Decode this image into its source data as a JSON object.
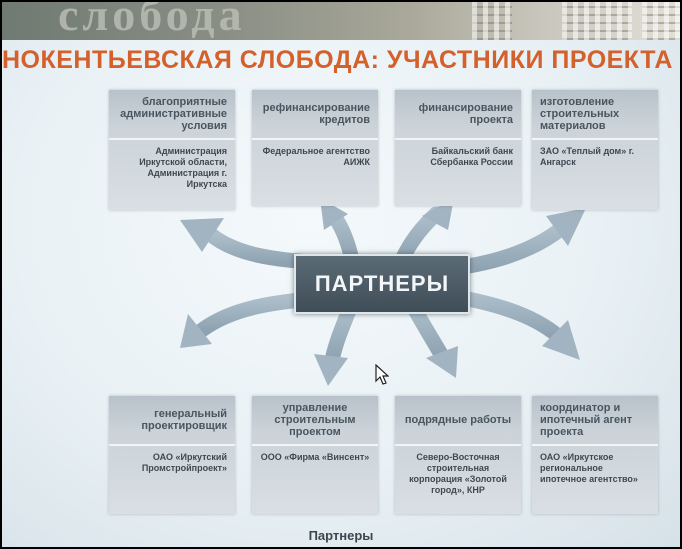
{
  "title": "НОКЕНТЬЕВСКАЯ СЛОБОДА: УЧАСТНИКИ ПРОЕКТА",
  "banner_logo": "слобода",
  "hub_label": "ПАРТНЕРЫ",
  "caption": "Партнеры",
  "top_cards": [
    {
      "head": "благоприятные административные условия",
      "body": "Администрация Иркутской области, Администрация г. Иркутска"
    },
    {
      "head": "рефинансирование кредитов",
      "body": "Федеральное агентство АИЖК"
    },
    {
      "head": "финансирование проекта",
      "body": "Байкальский банк Сбербанка России"
    },
    {
      "head": "изготовление строительных материалов",
      "body": "ЗАО «Теплый дом» г. Ангарск"
    }
  ],
  "bottom_cards": [
    {
      "head": "генеральный проектировщик",
      "body": "ОАО «Иркутский Промстройпроект»"
    },
    {
      "head": "управление строительным проектом",
      "body": "ООО «Фирма «Винсент»"
    },
    {
      "head": "подрядные работы",
      "body": "Северо-Восточная строительная корпорация «Золотой город», КНР"
    },
    {
      "head": "координатор и ипотечный агент проекта",
      "body": "ОАО «Иркутское региональное ипотечное агентство»"
    }
  ],
  "colors": {
    "title": "#d4602c",
    "hub": "#4a5964",
    "arrow": "#9aacb9"
  }
}
